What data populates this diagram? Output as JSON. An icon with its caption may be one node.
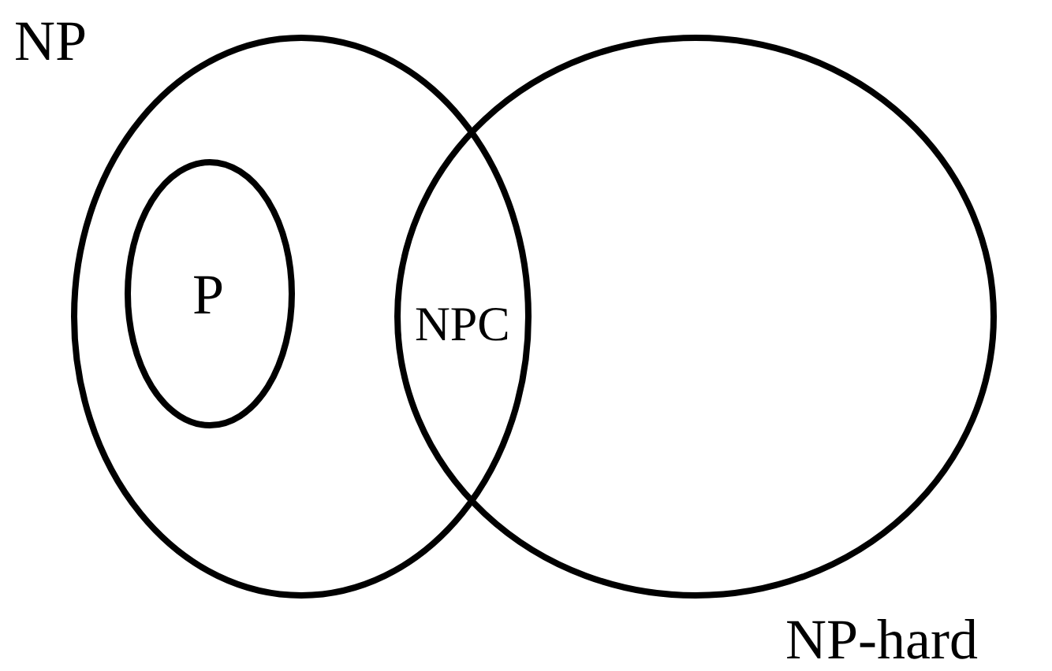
{
  "diagram": {
    "nodes": [
      {
        "text": [
          "NP"
        ]
      },
      {
        "text": [
          "P"
        ],
        "in": 0
      },
      {
        "text": [
          "NP-hard"
        ]
      }
    ],
    "labels": [
      "NPC"
    ]
  }
}
